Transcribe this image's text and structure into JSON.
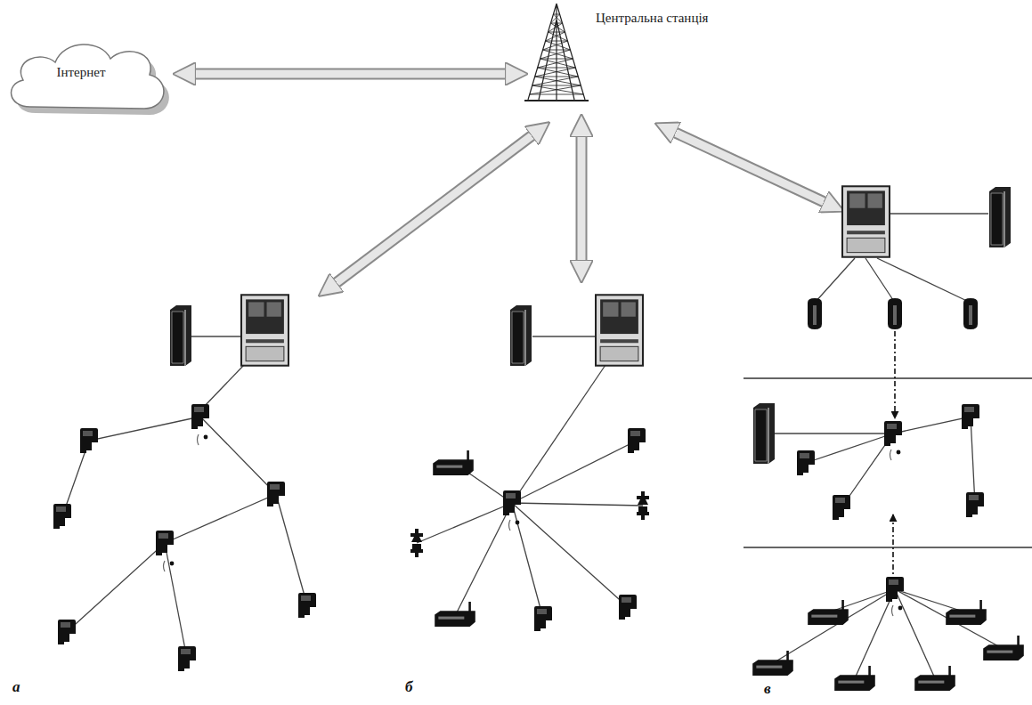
{
  "diagram": {
    "nodes": [
      {
        "text": [
          "Інтернет"
        ]
      },
      {
        "text": [
          "Центральна станція"
        ]
      }
    ],
    "edges": [
      {
        "from": 0,
        "to": 1,
        "arrow": "both"
      }
    ],
    "labels": [
      "а",
      "б",
      "в"
    ]
  }
}
